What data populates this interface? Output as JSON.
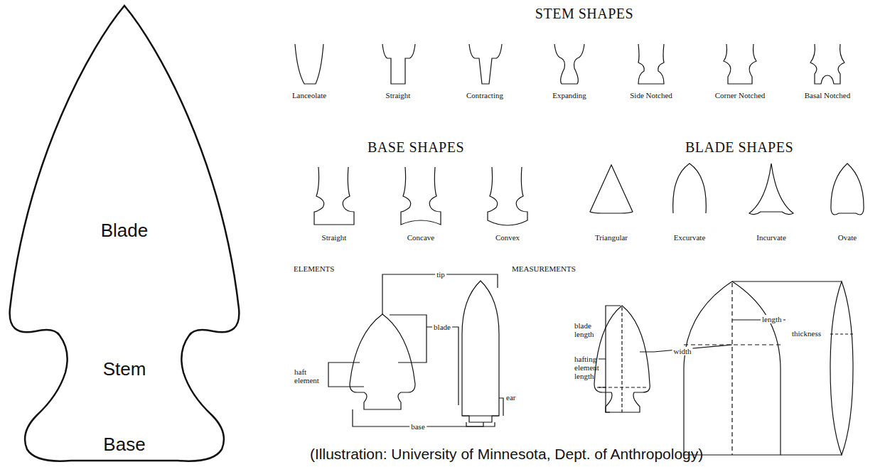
{
  "diagram": {
    "caption": "(Illustration: University of Minnesota, Dept. of Anthropology)",
    "nodes": [
      {
        "text": [
          "Blade",
          "Stem",
          "Base"
        ]
      }
    ],
    "labels": [
      "STEM SHAPES",
      "Lanceolate",
      "Straight",
      "Contracting",
      "Expanding",
      "Side Notched",
      "Corner Notched",
      "Basal Notched",
      "BASE SHAPES",
      "Straight",
      "Concave",
      "Convex",
      "BLADE SHAPES",
      "Triangular",
      "Excurvate",
      "Incurvate",
      "Ovate",
      "ELEMENTS",
      "tip",
      "blade",
      "haft element",
      "ear",
      "base",
      "MEASUREMENTS",
      "blade length",
      "hafting element length",
      "length",
      "width",
      "thickness"
    ]
  }
}
